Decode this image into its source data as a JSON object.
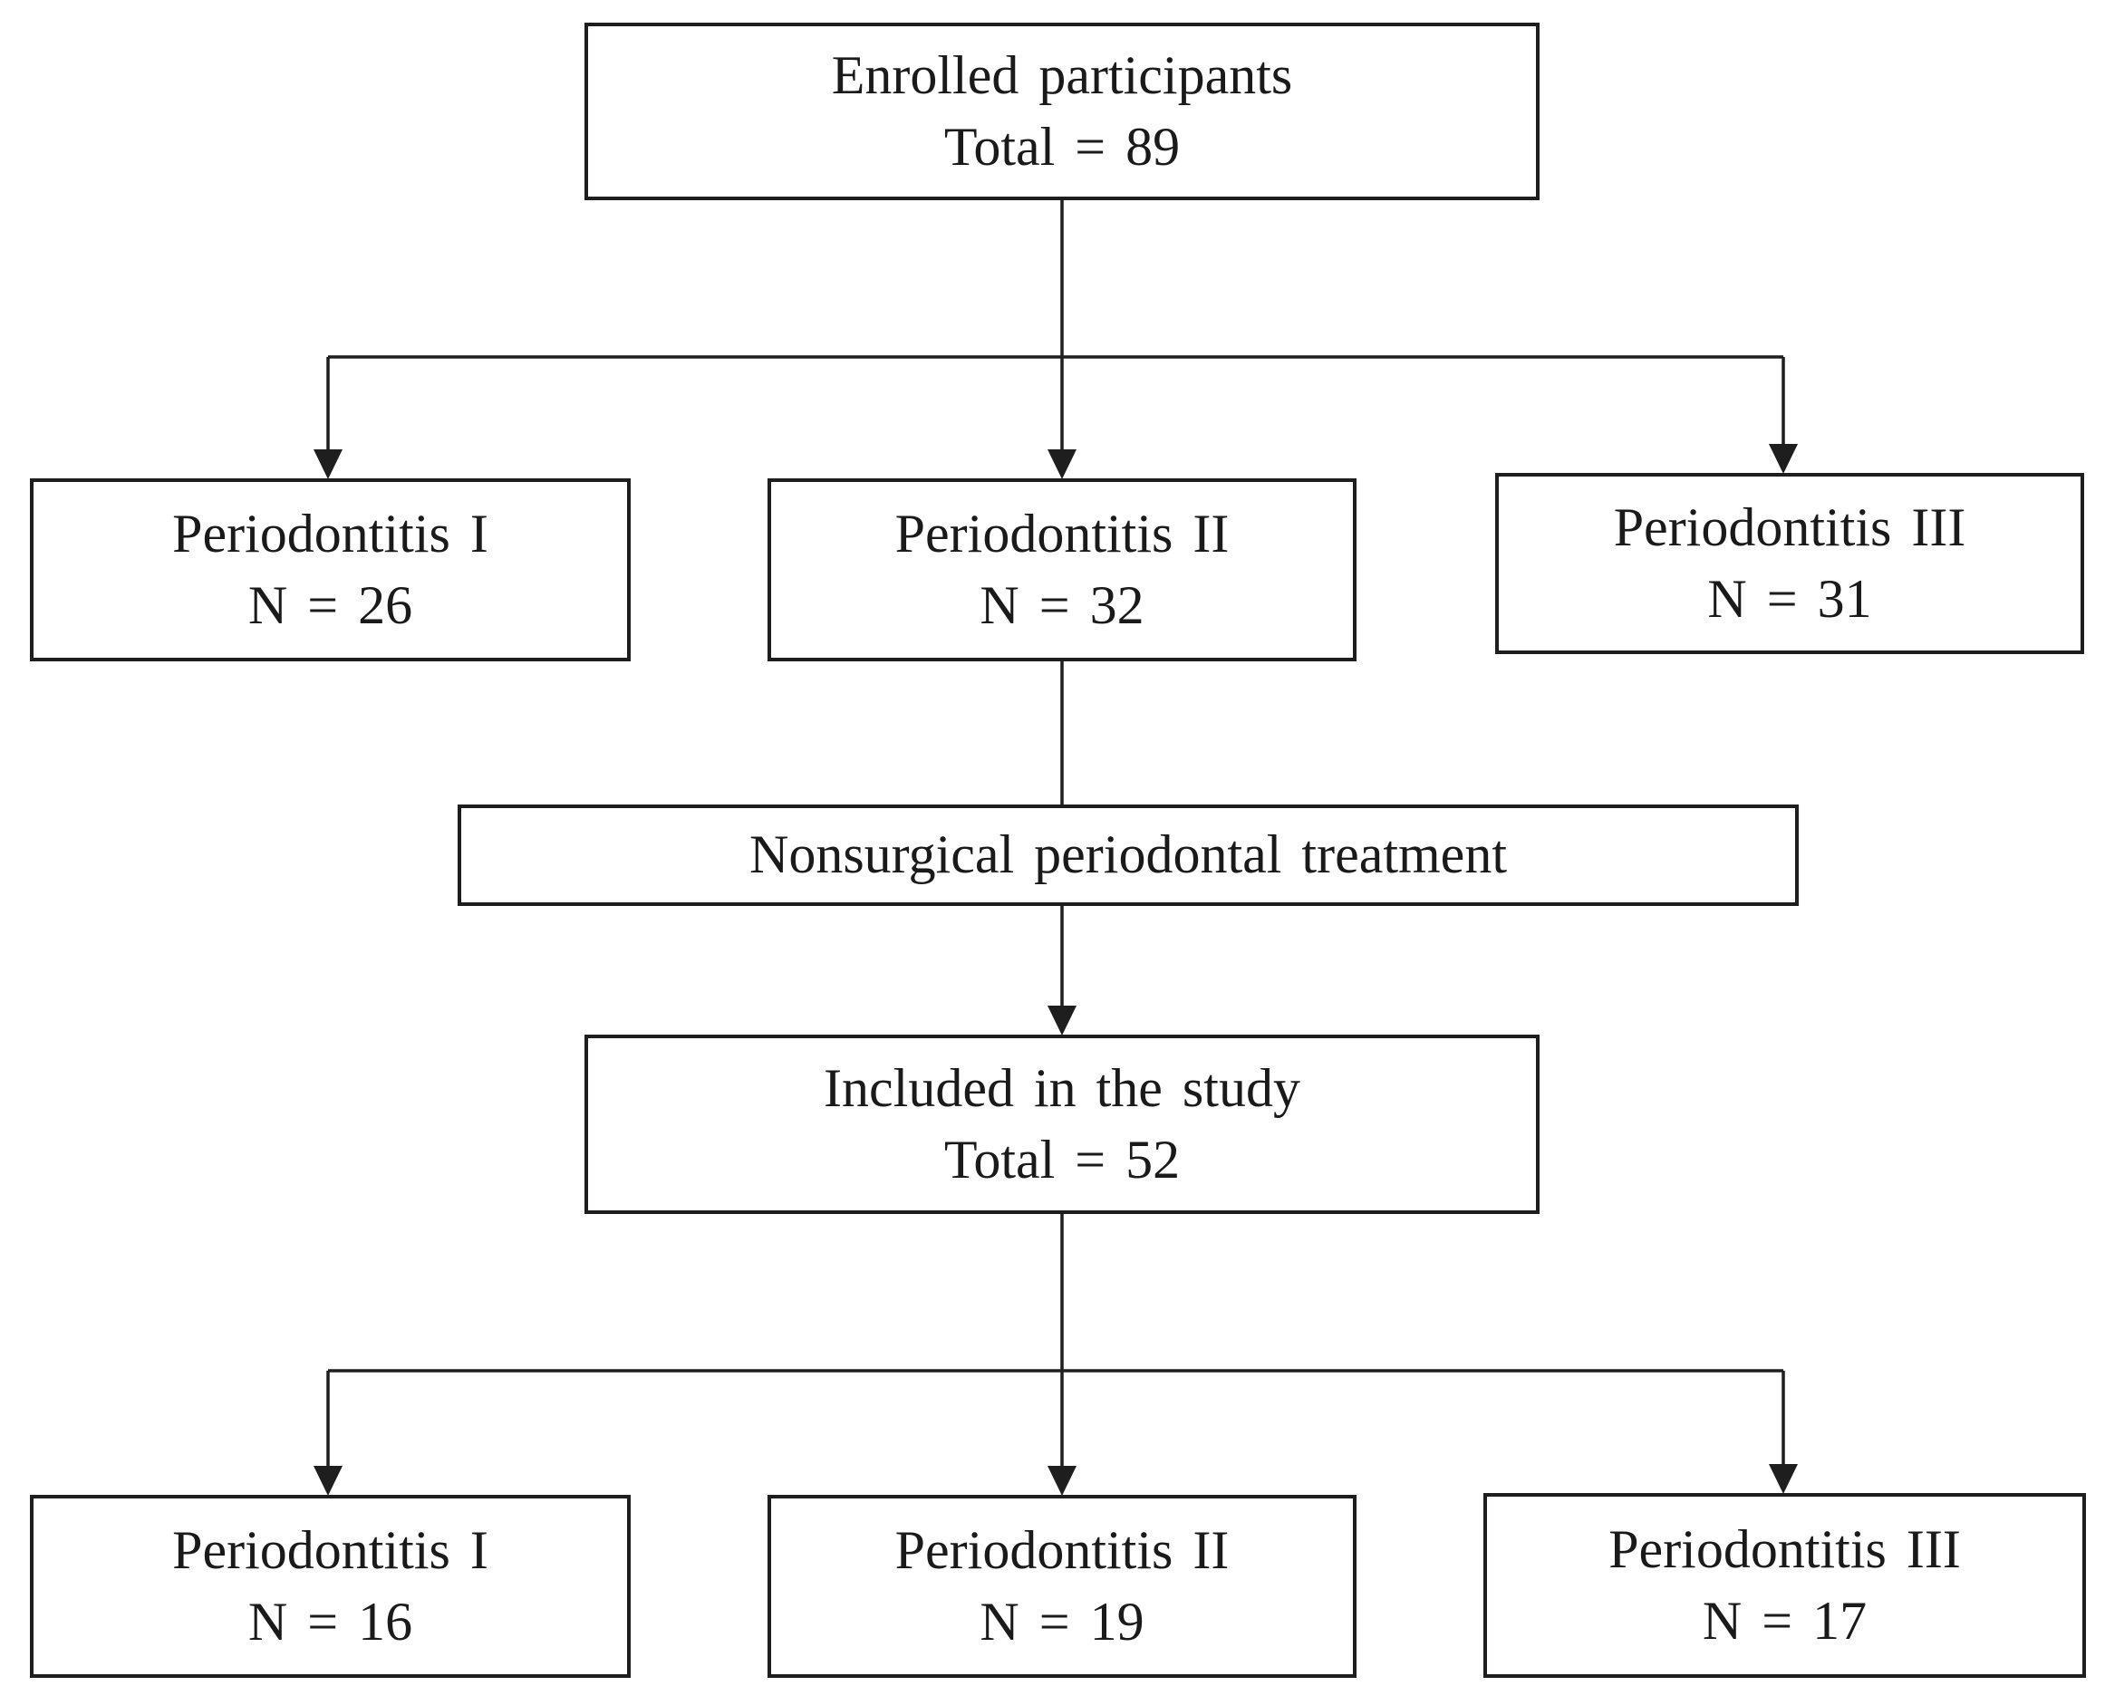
{
  "diagram": {
    "type": "flowchart",
    "nodes": {
      "enrolled": {
        "title": "Enrolled participants",
        "count": "Total = 89"
      },
      "p1_enrolled": {
        "title": "Periodontitis I",
        "count": "N = 26"
      },
      "p2_enrolled": {
        "title": "Periodontitis II",
        "count": "N = 32"
      },
      "p3_enrolled": {
        "title": "Periodontitis III",
        "count": "N = 31"
      },
      "treatment": {
        "title": "Nonsurgical periodontal treatment"
      },
      "included": {
        "title": "Included in the study",
        "count": "Total = 52"
      },
      "p1_included": {
        "title": "Periodontitis I",
        "count": "N = 16"
      },
      "p2_included": {
        "title": "Periodontitis II",
        "count": "N = 19"
      },
      "p3_included": {
        "title": "Periodontitis III",
        "count": "N = 17"
      }
    },
    "edges": [
      {
        "from": "enrolled",
        "to": "p1_enrolled",
        "arrow": true
      },
      {
        "from": "enrolled",
        "to": "p2_enrolled",
        "arrow": true
      },
      {
        "from": "enrolled",
        "to": "p3_enrolled",
        "arrow": true
      },
      {
        "from": "p2_enrolled",
        "to": "treatment",
        "arrow": false
      },
      {
        "from": "treatment",
        "to": "included",
        "arrow": true
      },
      {
        "from": "included",
        "to": "p1_included",
        "arrow": true
      },
      {
        "from": "included",
        "to": "p2_included",
        "arrow": true
      },
      {
        "from": "included",
        "to": "p3_included",
        "arrow": true
      }
    ],
    "colors": {
      "line": "#1e1e1e",
      "border": "#1e1e1e",
      "text": "#1a1a1a",
      "background": "#ffffff",
      "node_fill": "#ffffff"
    }
  }
}
